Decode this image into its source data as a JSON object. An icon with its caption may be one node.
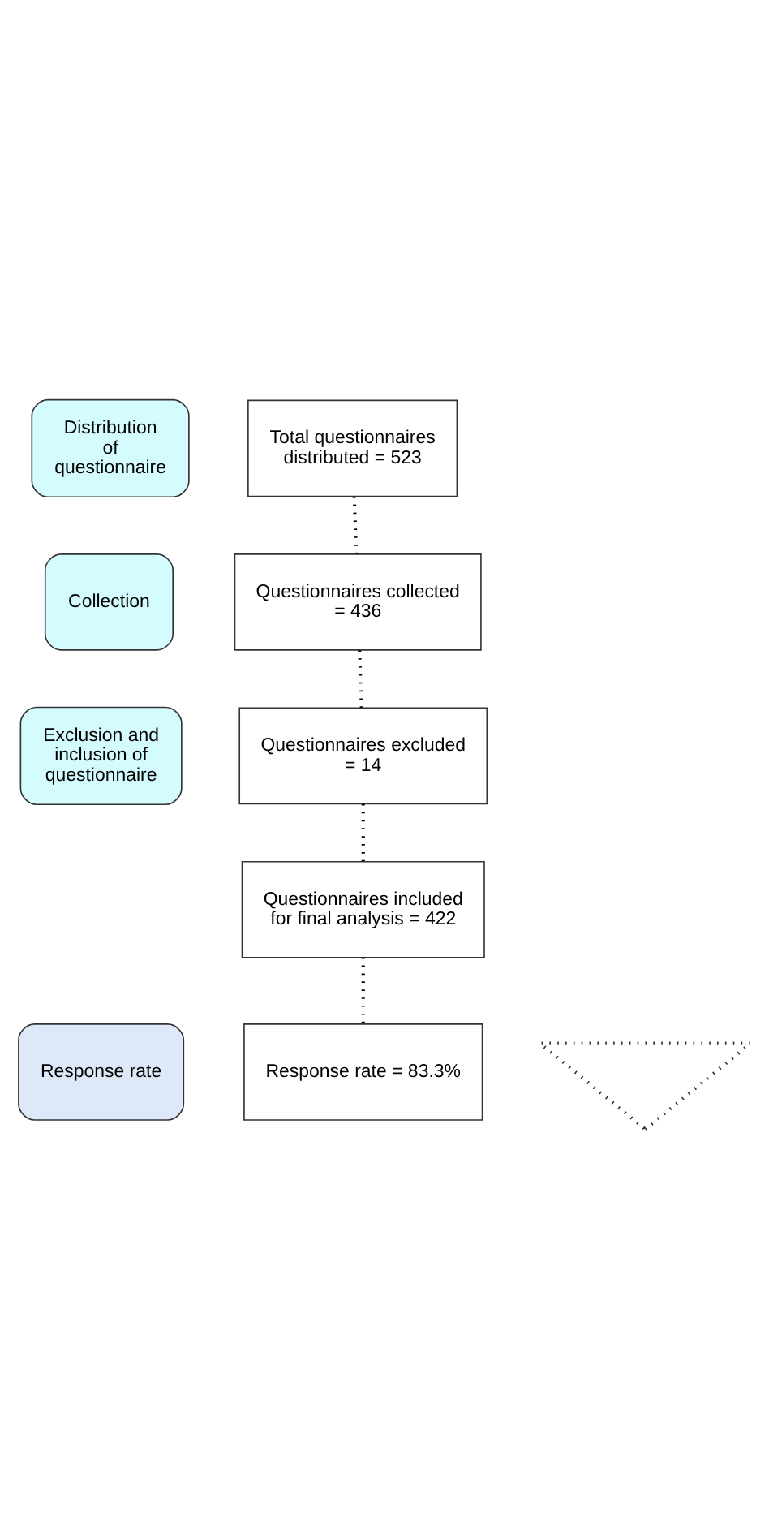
{
  "diagram": {
    "nodes": [
      {
        "text": [
          "Distribution of questionnaire"
        ]
      },
      {
        "text": [
          "Collection"
        ]
      },
      {
        "text": [
          "Exclusion and inclusion of questionnaire"
        ]
      },
      {
        "text": [
          "Response rate"
        ]
      },
      {
        "text": [
          "Total questionnaires distributed = 523"
        ]
      },
      {
        "text": [
          "Questionnaires collected = 436"
        ]
      },
      {
        "text": [
          "Questionnaires excluded = 14"
        ]
      },
      {
        "text": [
          "Questionnaires included for final analysis = 422"
        ]
      },
      {
        "text": [
          "Response rate = 83.3%"
        ]
      },
      {
        "text": [],
        "shape": "triangle"
      }
    ],
    "edges": [
      {
        "from": 4,
        "to": 5,
        "arrow": "none"
      },
      {
        "from": 5,
        "to": 6,
        "arrow": "none"
      },
      {
        "from": 6,
        "to": 7,
        "arrow": "none"
      },
      {
        "from": 7,
        "to": 8,
        "arrow": "none"
      }
    ]
  }
}
